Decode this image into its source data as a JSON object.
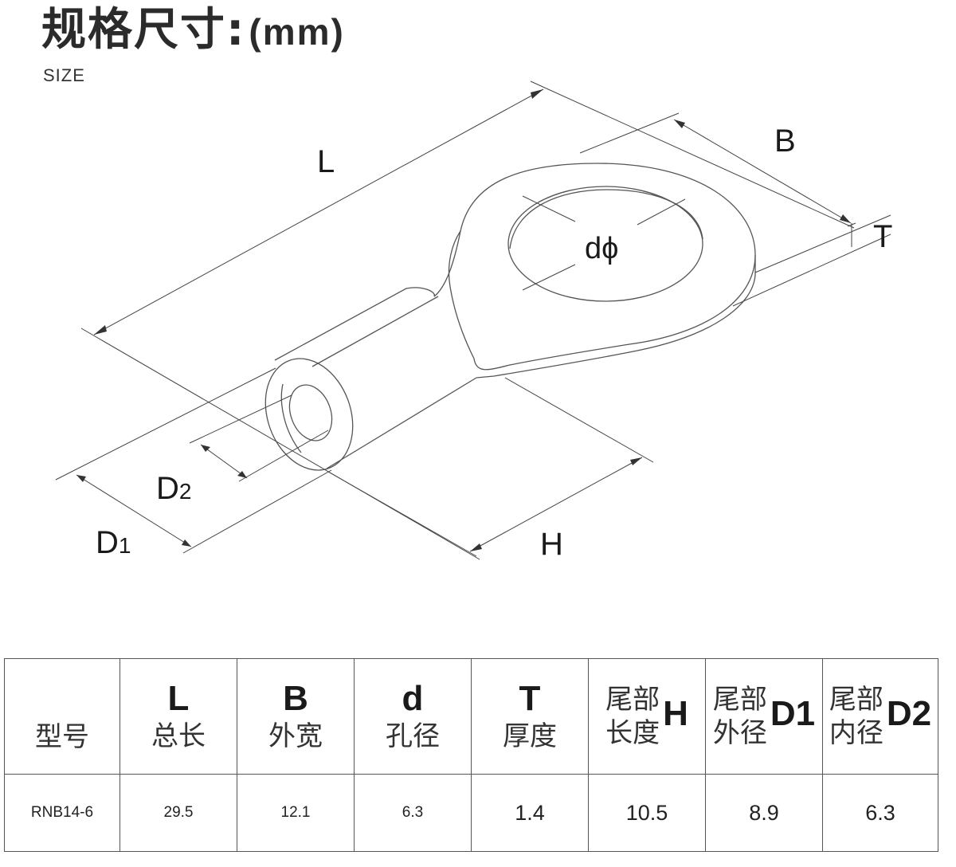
{
  "header": {
    "title": "规格尺寸:",
    "unit": "(mm)",
    "subtitle": "SIZE"
  },
  "diagram": {
    "labels": {
      "L": "L",
      "B": "B",
      "T": "T",
      "d": "dϕ",
      "D2_main": "D",
      "D2_sub": "2",
      "D1_main": "D",
      "D1_sub": "1",
      "H": "H"
    }
  },
  "table": {
    "columns": [
      {
        "symbol": "",
        "label": "型号"
      },
      {
        "symbol": "L",
        "label": "总长"
      },
      {
        "symbol": "B",
        "label": "外宽"
      },
      {
        "symbol": "d",
        "label": "孔径"
      },
      {
        "symbol": "T",
        "label": "厚度"
      },
      {
        "symbol": "H",
        "label_line1": "尾部",
        "label_line2": "长度"
      },
      {
        "symbol": "D1",
        "label_line1": "尾部",
        "label_line2": "外径"
      },
      {
        "symbol": "D2",
        "label_line1": "尾部",
        "label_line2": "内径"
      }
    ],
    "row": {
      "model": "RNB14-6",
      "L": "29.5",
      "B": "12.1",
      "d": "6.3",
      "T": "1.4",
      "H": "10.5",
      "D1": "8.9",
      "D2": "6.3"
    }
  }
}
